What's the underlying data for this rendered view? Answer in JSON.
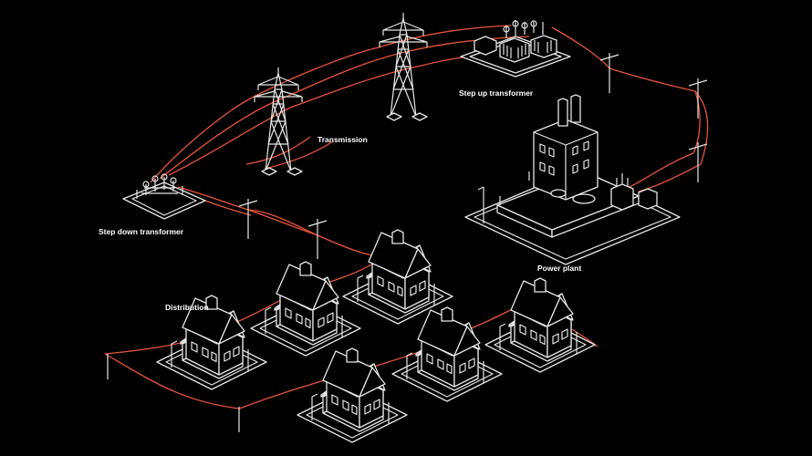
{
  "labels": {
    "step_up": "Step up transformer",
    "transmission": "Transmission",
    "step_down": "Step down transformer",
    "power_plant": "Power plant",
    "distribution": "Distribution"
  },
  "colors": {
    "background": "#000000",
    "outline": "#e6e6e6",
    "wire": "#e8553a"
  }
}
